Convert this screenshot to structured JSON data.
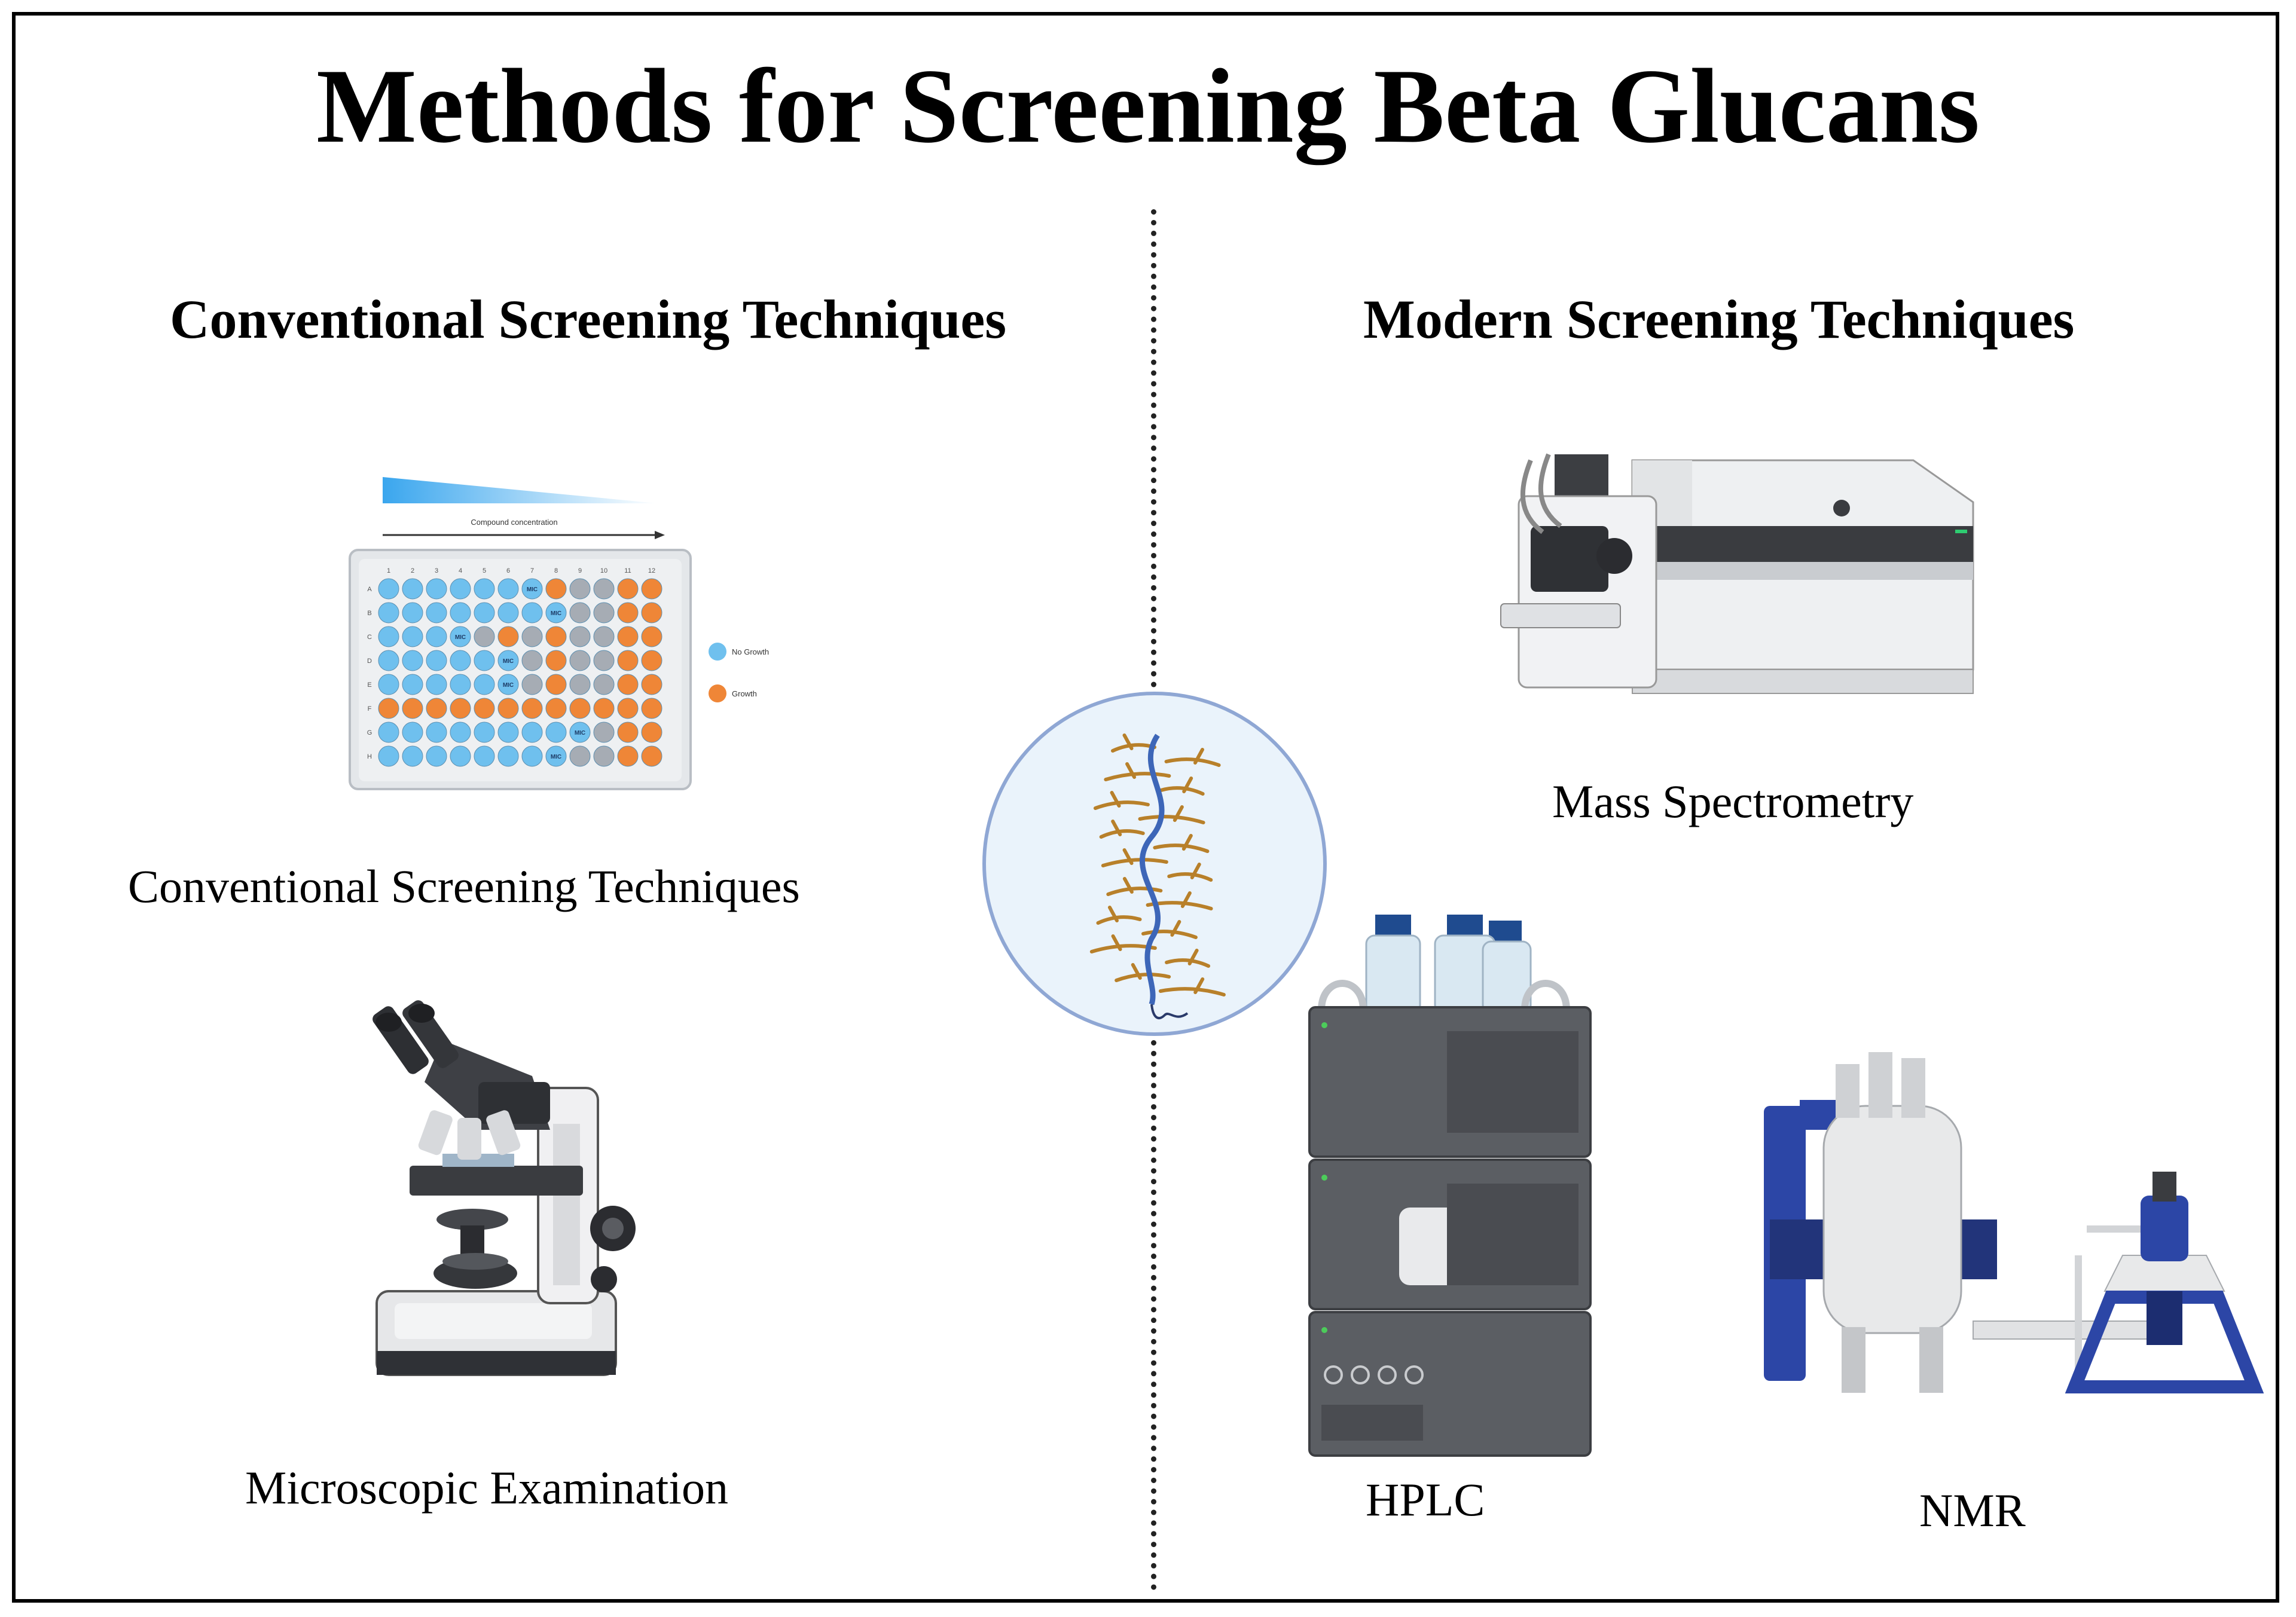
{
  "title": "Methods for Screening Beta Glucans",
  "left": {
    "heading": "Conventional Screening Techniques",
    "plate": {
      "gradient_label": "Compound concentration",
      "columns": [
        "1",
        "2",
        "3",
        "4",
        "5",
        "6",
        "7",
        "8",
        "9",
        "10",
        "11",
        "12"
      ],
      "rows": [
        "A",
        "B",
        "C",
        "D",
        "E",
        "F",
        "G",
        "H"
      ],
      "mic_label": "MIC",
      "legend": [
        {
          "label": "No Growth",
          "color": "#6fc0ee"
        },
        {
          "label": "Growth",
          "color": "#ef8637"
        }
      ],
      "caption": "Conventional Screening Techniques"
    },
    "microscope": {
      "caption": "Microscopic Examination"
    }
  },
  "right": {
    "heading": "Modern Screening Techniques",
    "mass_spec": {
      "caption": "Mass Spectrometry"
    },
    "hplc": {
      "caption": "HPLC"
    },
    "nmr": {
      "caption": "NMR"
    }
  },
  "center": {
    "icon": "beta-glucan-molecule-icon"
  },
  "colors": {
    "no_growth": "#6fc0ee",
    "growth": "#ef8637",
    "grey_well": "#a6acb4",
    "circle_fill": "#eaf3fb",
    "circle_stroke": "#8fa7d4",
    "chain_blue": "#3d66b8",
    "branch_brown": "#b8802a",
    "nmr_blue": "#2c46a6"
  }
}
